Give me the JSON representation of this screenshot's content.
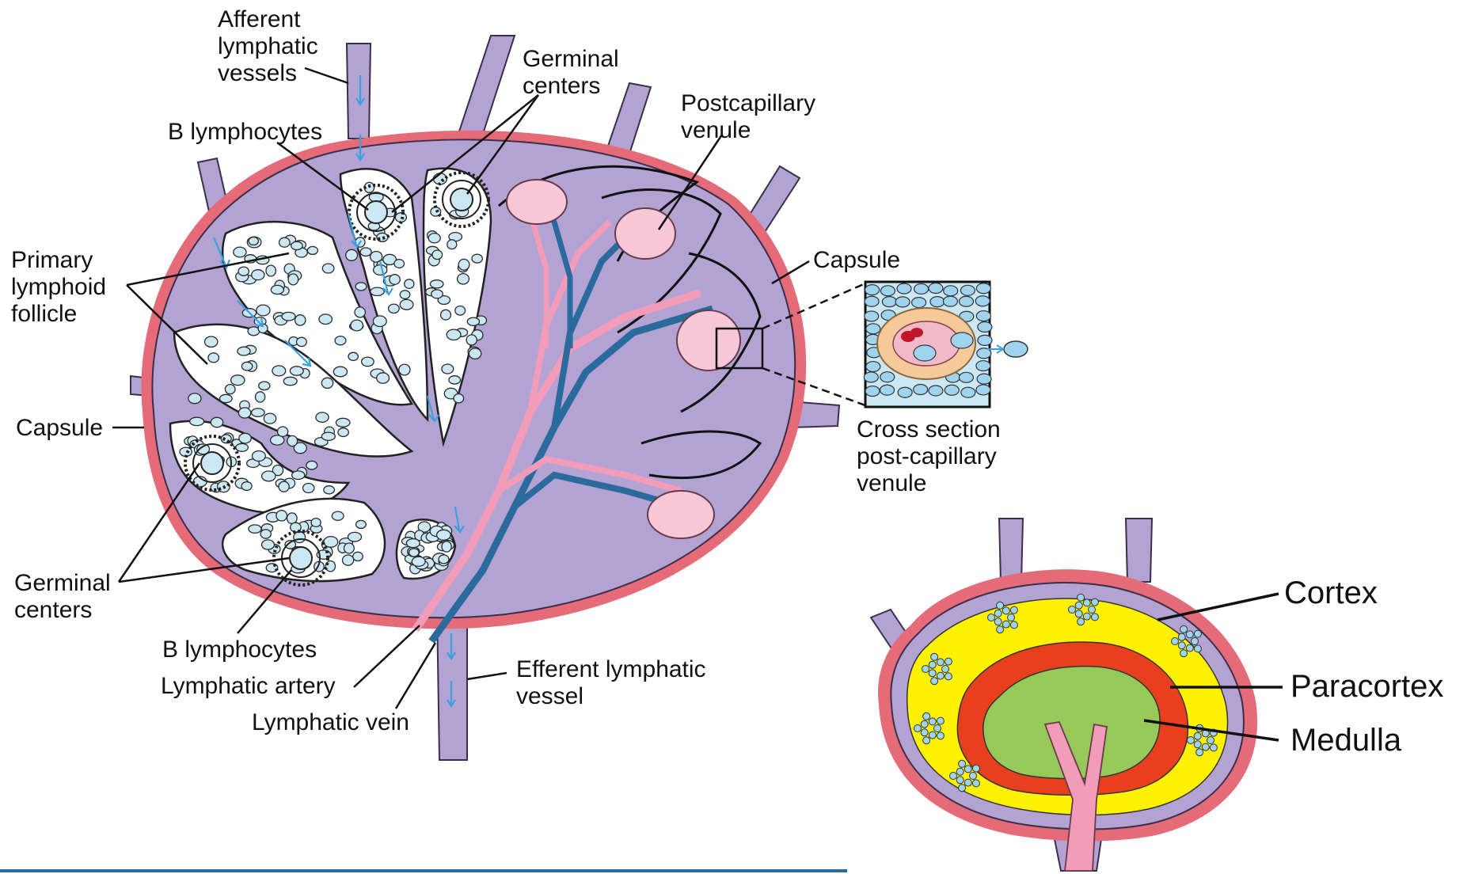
{
  "main_diagram": {
    "labels": {
      "afferent": [
        "Afferent",
        "lymphatic",
        "vessels"
      ],
      "germinal_top": [
        "Germinal",
        "centers"
      ],
      "postcapillary": [
        "Postcapillary",
        "venule"
      ],
      "b_lymph_top": "B lymphocytes",
      "primary_follicle": [
        "Primary",
        "lymphoid",
        "follicle"
      ],
      "capsule_left": "Capsule",
      "capsule_right": "Capsule",
      "germinal_bottom": [
        "Germinal",
        "centers"
      ],
      "b_lymph_bottom": "B lymphocytes",
      "lymphatic_artery": "Lymphatic artery",
      "lymphatic_vein": "Lymphatic vein",
      "efferent": [
        "Efferent lymphatic",
        "vessel"
      ],
      "cross_section": [
        "Cross section",
        "post-capillary",
        "venule"
      ]
    },
    "colors": {
      "node_fill": "#b3a3d3",
      "capsule": "#e56b78",
      "vessel": "#b3a3d3",
      "artery": "#f29cb9",
      "vein": "#2b6a9d",
      "lymphocyte": "#cde8f5",
      "flow_arrow": "#3aa0e0",
      "germinal_ring": "#222222"
    }
  },
  "inset_diagram": {
    "labels": {
      "cortex": "Cortex",
      "paracortex": "Paracortex",
      "medulla": "Medulla"
    },
    "colors": {
      "cortex": "#fff200",
      "paracortex": "#e8401c",
      "medulla": "#96c95a",
      "capsule": "#e56b78",
      "vessel": "#b3a3d3",
      "vessel_center": "#f29cb9",
      "follicle_cell": "#9fd3ee"
    }
  }
}
